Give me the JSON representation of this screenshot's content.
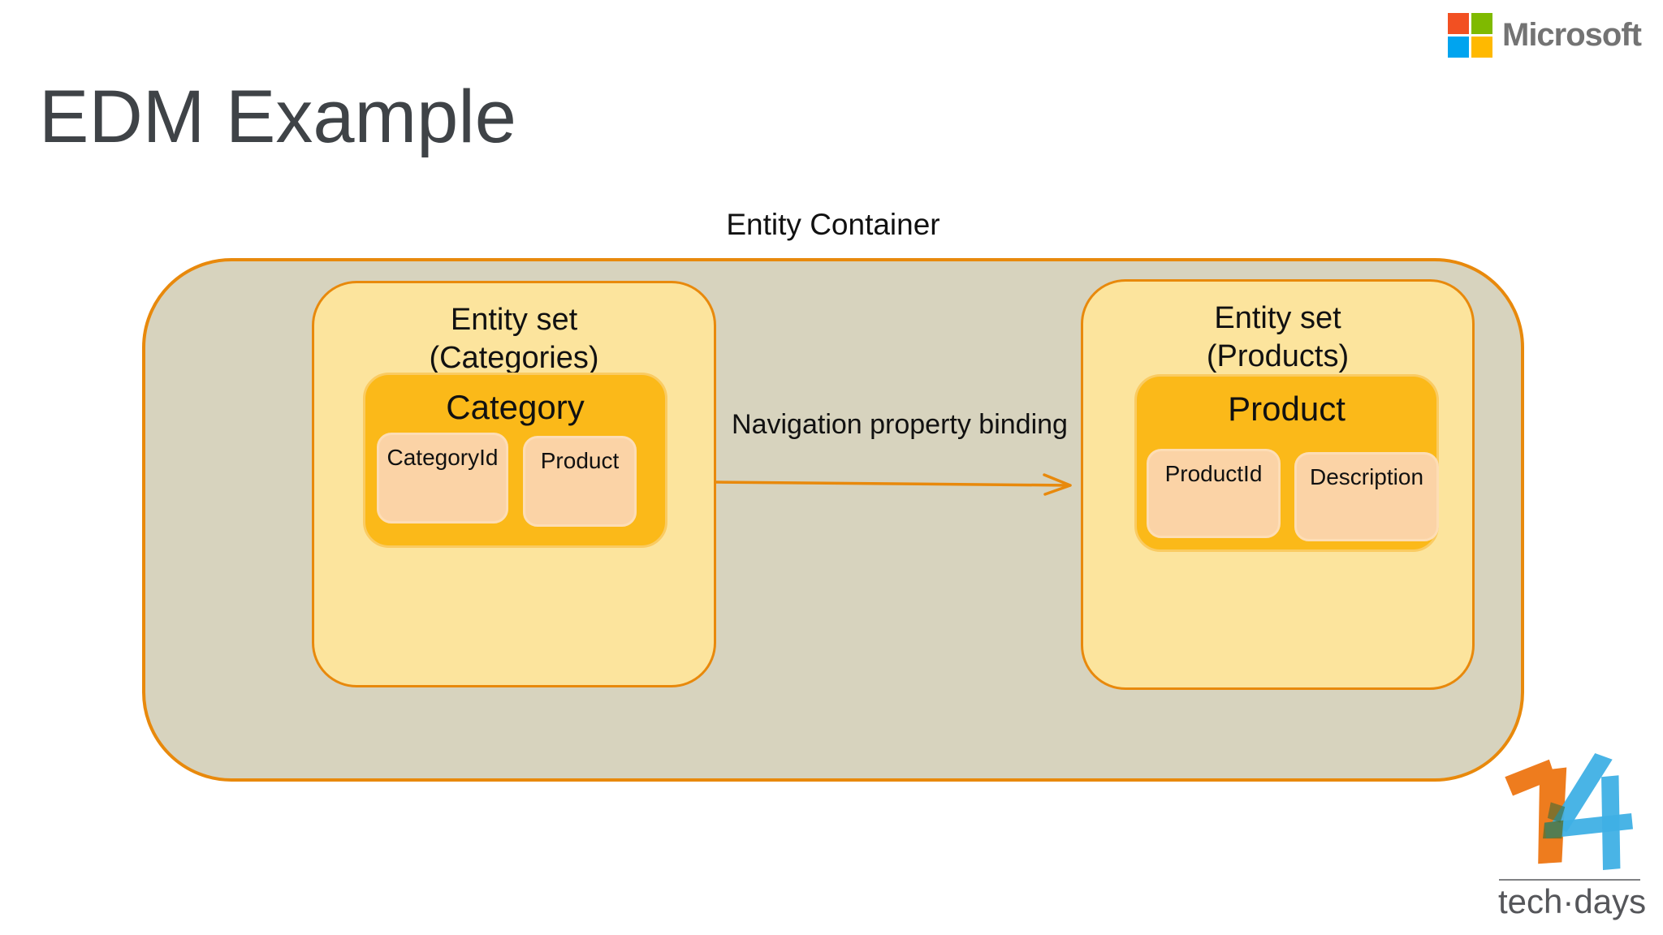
{
  "title": "EDM Example",
  "brand": {
    "label": "Microsoft"
  },
  "diagram": {
    "container_label": "Entity Container",
    "left_set": {
      "title_line1": "Entity set",
      "title_line2": "(Categories)",
      "entity": {
        "name": "Category",
        "fields": [
          "CategoryId",
          "Product"
        ]
      }
    },
    "right_set": {
      "title_line1": "Entity set",
      "title_line2": "(Products)",
      "entity": {
        "name": "Product",
        "fields": [
          "ProductId",
          "Description"
        ]
      }
    },
    "arrow_label": "Navigation property binding",
    "colors": {
      "container_fill": "#D7D3BE",
      "outline_orange": "#E8890C",
      "entity_set_fill": "#FCE49D",
      "entity_fill": "#FBB919",
      "field_fill": "#FBD3A6",
      "text": "#111111"
    }
  },
  "footer_logo": {
    "number": "14",
    "text": "tech·days",
    "orange": "#EE7C1E",
    "blue": "#3FB0E5"
  },
  "brand_colors": {
    "red": "#F25022",
    "green": "#7FBA00",
    "blue": "#00A4EF",
    "yellow": "#FFB900",
    "wordmark_gray": "#737373"
  }
}
